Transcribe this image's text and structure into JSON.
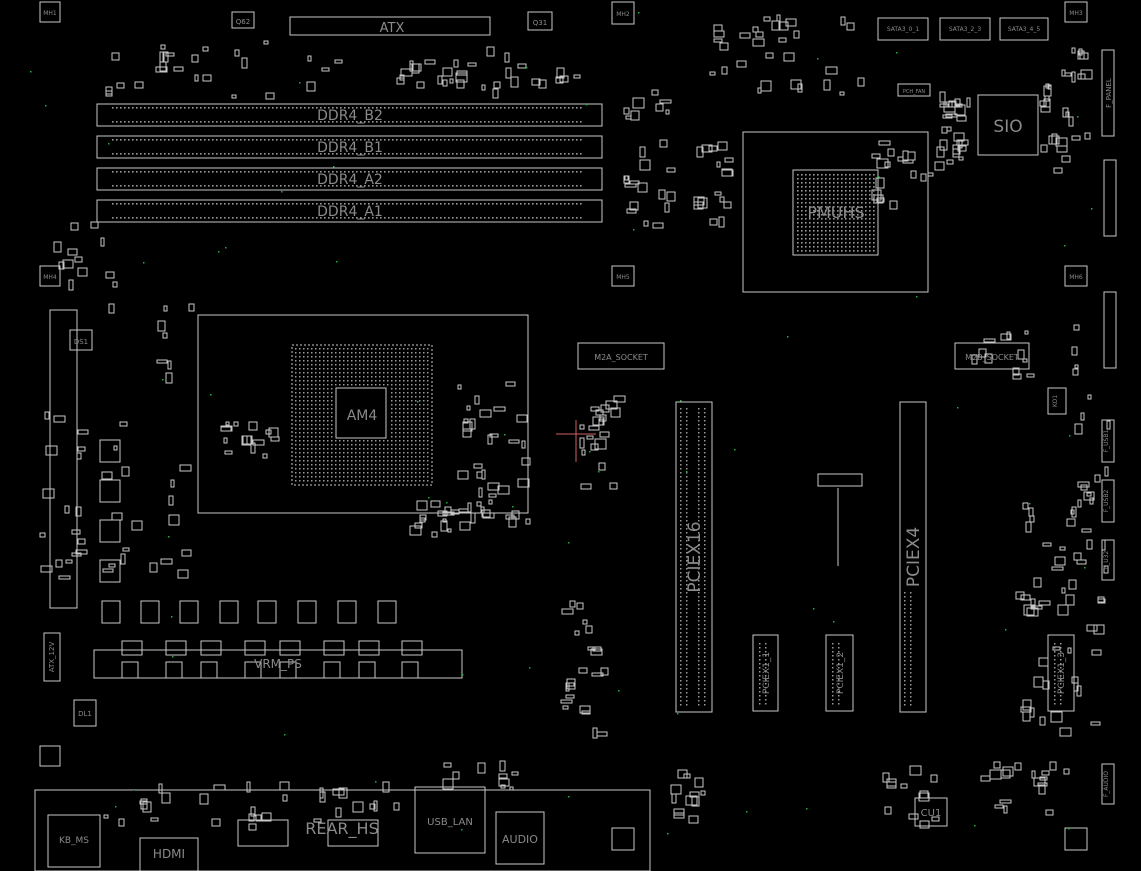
{
  "board": {
    "background": "#000000",
    "outline_color": "#c8c8c8",
    "text_color": "#8a8a8a",
    "crosshair_color": "#d06060",
    "via_color": "#22aa44"
  },
  "labels": {
    "atx": "ATX",
    "q62": "Q62",
    "q31": "Q31",
    "mh1": "MH1",
    "mh2": "MH2",
    "mh3": "MH3",
    "mh4": "MH4",
    "mh5": "MH5",
    "mh6": "MH6",
    "sata1": "SATA3_0_1",
    "sata2": "SATA3_2_3",
    "sata3": "SATA3_4_5",
    "ddr4_b2": "DDR4_B2",
    "ddr4_b1": "DDR4_B1",
    "ddr4_a2": "DDR4_A2",
    "ddr4_a1": "DDR4_A1",
    "sio": "SIO",
    "pch": "PCH_FAN",
    "pm": "PMUHS",
    "f_panel": "F_PANEL",
    "am4": "AM4",
    "ds1": "DS1",
    "m2a": "M2A_SOCKET",
    "m2b": "M2B_SOCKET",
    "pciex16": "PCIEX16",
    "pciex4": "PCIEX4",
    "pciex1_1": "PCIEX1_1",
    "pciex1_2": "PCIEX1_2",
    "pciex1_3": "PCIEX1_3",
    "atx12v": "ATX_12V",
    "dl1": "DL1",
    "rear_hs": "REAR_HS",
    "usb_lan": "USB_LAN",
    "audio": "AUDIO",
    "hdmi": "HDMI",
    "kbms": "KB_MS",
    "cu1": "CU1",
    "vrm": "VRM_PS",
    "ko1": "KO1",
    "usb1": "F_USB1",
    "usb2": "F_USB2",
    "usb3": "F_U32",
    "aaf": "F_AUDIO"
  }
}
